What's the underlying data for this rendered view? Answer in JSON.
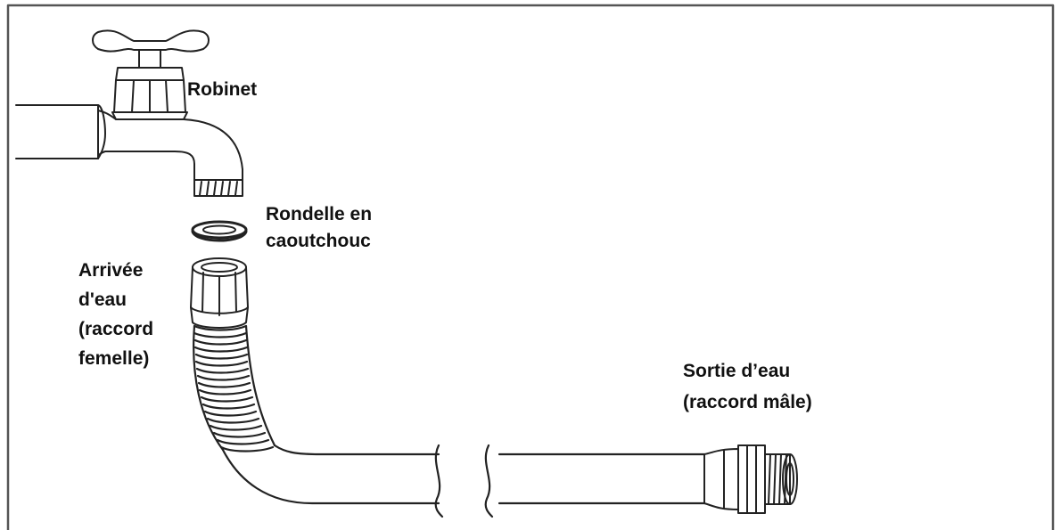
{
  "labels": {
    "robinet": "Robinet",
    "rondelle": [
      "Rondelle en",
      "caoutchouc"
    ],
    "arrivee": [
      "Arrivée",
      "d'eau",
      "(raccord",
      "femelle)"
    ],
    "sortie": [
      "Sortie d’eau",
      "(raccord mâle)"
    ]
  },
  "colors": {
    "stroke": "#222222",
    "frame": "#555555",
    "background": "#ffffff"
  }
}
